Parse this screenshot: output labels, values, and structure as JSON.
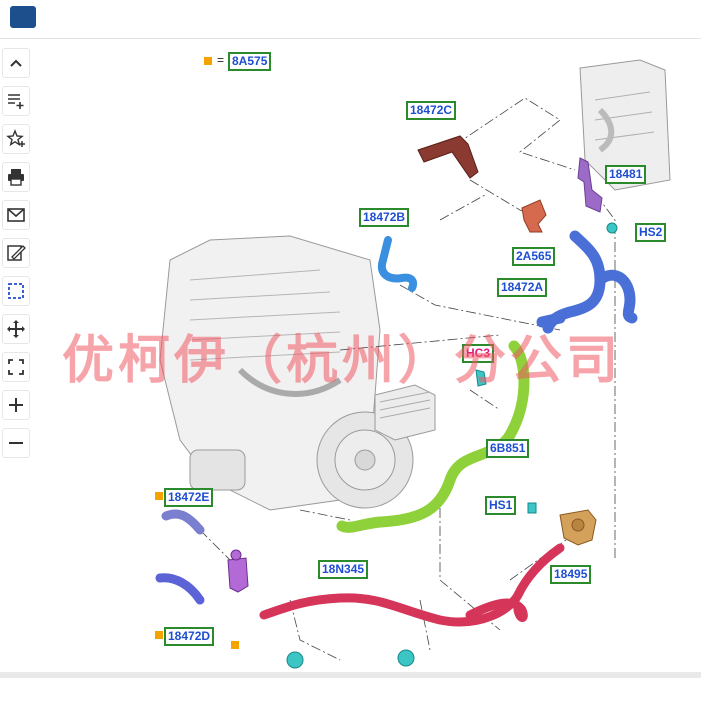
{
  "header": {
    "breadcrumbs": [
      "",
      "",
      "",
      ""
    ]
  },
  "toolbar": {
    "items": [
      {
        "icon": "chevron-up-icon"
      },
      {
        "icon": "add-note-icon"
      },
      {
        "icon": "add-favorite-icon"
      },
      {
        "icon": "print-icon"
      },
      {
        "icon": "mail-icon"
      },
      {
        "icon": "edit-icon"
      },
      {
        "icon": "select-area-icon"
      },
      {
        "icon": "move-icon"
      },
      {
        "icon": "fit-screen-icon"
      },
      {
        "icon": "zoom-in-icon"
      },
      {
        "icon": "zoom-out-icon"
      }
    ]
  },
  "legend": {
    "equals": "=",
    "part": "8A575"
  },
  "callouts": {
    "c18472C": "18472C",
    "c18481": "18481",
    "c18472B": "18472B",
    "cHS2": "HS2",
    "c2A565": "2A565",
    "c18472A": "18472A",
    "cHC3": "HC3",
    "c6B851": "6B851",
    "c18472E": "18472E",
    "cHS1": "HS1",
    "c18N345": "18N345",
    "c18495": "18495",
    "c18472D": "18472D"
  },
  "watermark": "优柯伊（杭州）分公司",
  "colors": {
    "callout_border": "#2b8a2b",
    "callout_text": "#1e4fd0",
    "hc3_text": "#e0197d",
    "marker": "#f5a300",
    "hose_green": "#8ed13a",
    "hose_blue": "#4a6fd6",
    "hose_red": "#d6355a",
    "hose_brown": "#8a3a30",
    "part_orange": "#d56a4e",
    "part_purple": "#9b6bc7",
    "part_cyan": "#3cc5c5",
    "part_gold": "#d3a15a"
  }
}
